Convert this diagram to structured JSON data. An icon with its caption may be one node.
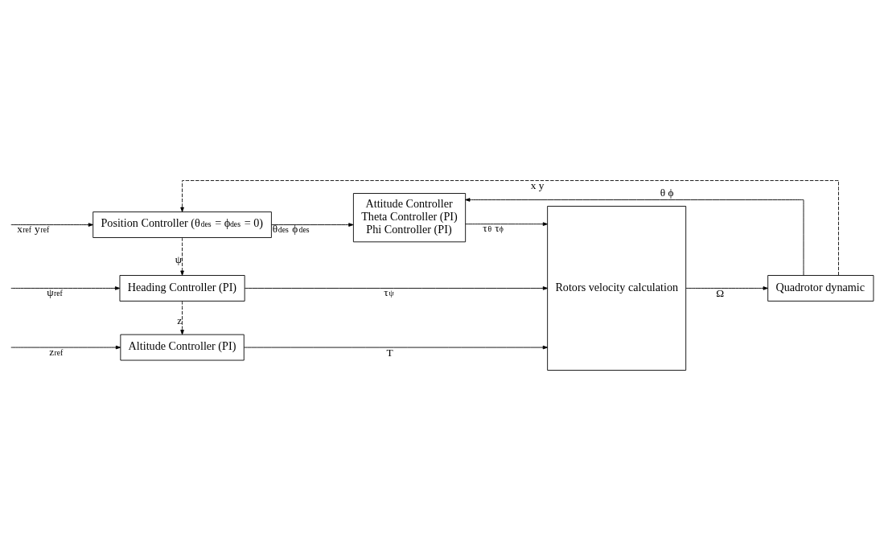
{
  "diagram": {
    "nodes": [
      {
        "text": [
          "Position Controller (θ$_{des}$ = ϕ$_{des}$ = 0)"
        ]
      },
      {
        "text": [
          "Attitude Controller",
          "Theta Controller (PI)",
          "Phi Controller (PI)"
        ]
      },
      {
        "text": [
          "Heading Controller (PI)"
        ]
      },
      {
        "text": [
          "Altitude Controller (PI)"
        ]
      },
      {
        "text": [
          "Rotors velocity calculation"
        ]
      },
      {
        "text": [
          "Quadrotor dynamic"
        ]
      }
    ],
    "edges": [
      {
        "from": null,
        "to": 0,
        "arrow": "to",
        "label": "x$_{ref}$ y$_{ref}$"
      },
      {
        "from": 0,
        "to": 1,
        "arrow": "to",
        "label": "θ$_{des}$ ϕ$_{des}$"
      },
      {
        "from": 1,
        "to": 4,
        "arrow": "to",
        "label": "τ$_{θ}$ τ$_{ϕ}$"
      },
      {
        "from": null,
        "to": 2,
        "arrow": "to",
        "label": "ψ$_{ref}$"
      },
      {
        "from": 2,
        "to": 4,
        "arrow": "to",
        "label": "τ$_{ψ}$"
      },
      {
        "from": null,
        "to": 3,
        "arrow": "to",
        "label": "z$_{ref}$"
      },
      {
        "from": 3,
        "to": 4,
        "arrow": "to",
        "label": "T"
      },
      {
        "from": 4,
        "to": 5,
        "arrow": "to",
        "label": "Ω"
      },
      {
        "from": 5,
        "to": 0,
        "arrow": "to",
        "label": "x y",
        "style": "dashed"
      },
      {
        "from": 5,
        "to": 1,
        "arrow": "to",
        "label": "θ ϕ"
      },
      {
        "from": 0,
        "to": 2,
        "arrow": "to",
        "label": "ψ",
        "style": "dashed"
      },
      {
        "from": 2,
        "to": 3,
        "arrow": "to",
        "label": "z",
        "style": "dashed"
      }
    ]
  }
}
